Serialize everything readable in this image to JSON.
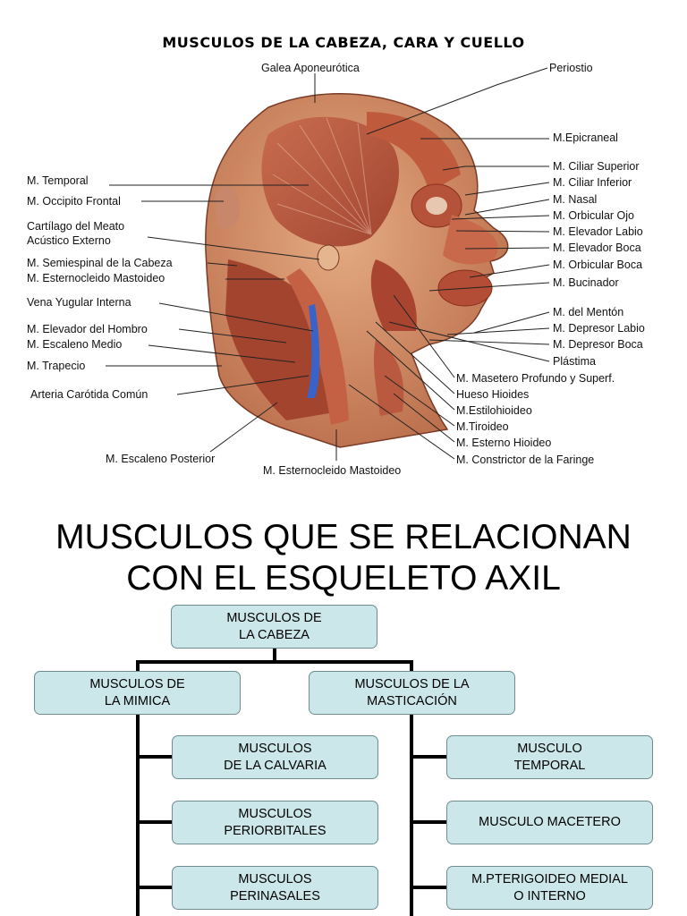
{
  "figure": {
    "title": "MUSCULOS DE LA CABEZA, CARA Y CUELLO",
    "labels": {
      "galea": "Galea Aponeurótica",
      "periostio": "Periostio",
      "epicraneal": "M.Epicraneal",
      "ciliar_sup": "M. Ciliar Superior",
      "ciliar_inf": "M. Ciliar Inferior",
      "nasal": "M. Nasal",
      "orbicular_ojo": "M. Orbicular Ojo",
      "elevador_labio": "M. Elevador Labio",
      "elevador_boca": "M. Elevador Boca",
      "orbicular_boca": "M. Orbicular Boca",
      "bucinador": "M. Bucinador",
      "menton": "M. del Mentón",
      "depresor_labio": "M. Depresor Labio",
      "depresor_boca": "M. Depresor Boca",
      "plastima": "Plástima",
      "masetero": "M. Masetero Profundo y Superf.",
      "hioides": "Hueso Hioides",
      "estilohioideo": "M.Estilohioideo",
      "tiroideo": "M.Tiroideo",
      "esterno_hioideo": "M. Esterno Hioideo",
      "constrictor": "M. Constrictor de la Faringe",
      "temporal": "M. Temporal",
      "occipito": "M. Occipito Frontal",
      "cartilago_1": "Cartílago del Meato",
      "cartilago_2": "Acústico Externo",
      "semiespinal": "M. Semiespinal de la Cabeza",
      "esterno_mast": "M. Esternocleido Mastoideo",
      "yugular": "Vena Yugular Interna",
      "elevador_hombro": "M. Elevador del Hombro",
      "escaleno_medio": "M. Escaleno Medio",
      "trapecio": "M. Trapecio",
      "carotida": "Arteria Carótida Común",
      "escaleno_post": "M. Escaleno Posterior",
      "esterno_mast_bottom": "M. Esternocleido Mastoideo"
    }
  },
  "section_title": {
    "line1": "MUSCULOS QUE SE RELACIONAN",
    "line2": "CON EL ESQUELETO AXIL"
  },
  "org_chart": {
    "root": "MUSCULOS DE\nLA CABEZA",
    "mimica": {
      "label": "MUSCULOS DE\nLA MIMICA",
      "children": [
        "MUSCULOS\nDE LA CALVARIA",
        "MUSCULOS\nPERIORBITALES",
        "MUSCULOS\nPERINASALES"
      ]
    },
    "masticacion": {
      "label": "MUSCULOS DE LA\nMASTICACIÓN",
      "children": [
        "MUSCULO\nTEMPORAL",
        "MUSCULO MACETERO",
        "M.PTERIGOIDEO MEDIAL\nO INTERNO"
      ]
    }
  },
  "colors": {
    "box_fill": "#cce7ea",
    "muscle": "#b5523a",
    "skin": "#d99a72",
    "vein": "#3a63c9"
  }
}
